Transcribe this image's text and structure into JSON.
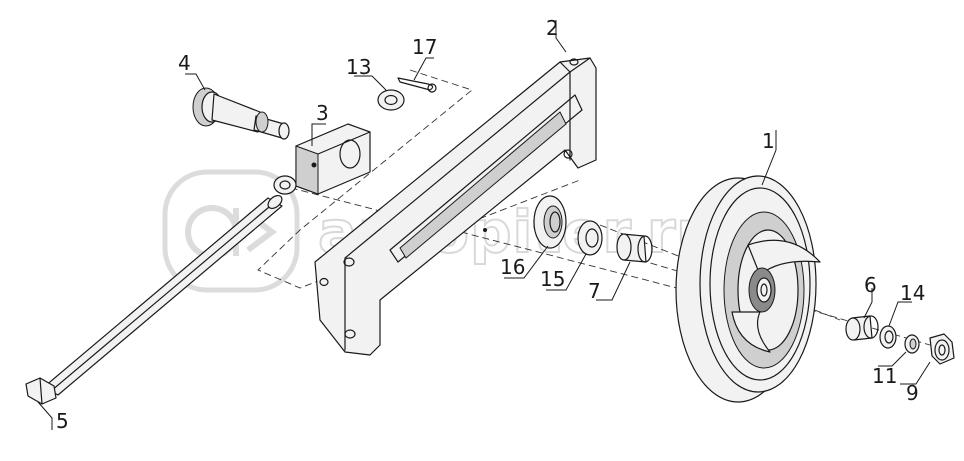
{
  "diagram": {
    "callouts": [
      {
        "id": "c1",
        "label": "1"
      },
      {
        "id": "c2",
        "label": "2"
      },
      {
        "id": "c3",
        "label": "3"
      },
      {
        "id": "c4",
        "label": "4"
      },
      {
        "id": "c5",
        "label": "5"
      },
      {
        "id": "c6",
        "label": "6"
      },
      {
        "id": "c7",
        "label": "7"
      },
      {
        "id": "c9",
        "label": "9"
      },
      {
        "id": "c11",
        "label": "11"
      },
      {
        "id": "c13",
        "label": "13"
      },
      {
        "id": "c14",
        "label": "14"
      },
      {
        "id": "c15",
        "label": "15"
      },
      {
        "id": "c16",
        "label": "16"
      },
      {
        "id": "c17",
        "label": "17"
      }
    ]
  },
  "watermark": {
    "text": "autopiter.ru",
    "icon": "autopiter-logo-icon"
  },
  "colors": {
    "line": "#1a1a1a",
    "watermark": "#d9d9d9",
    "background": "#ffffff"
  }
}
